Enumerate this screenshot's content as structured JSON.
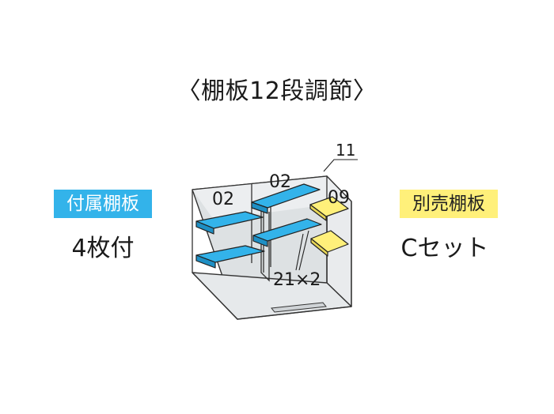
{
  "title": "〈棚板12段調節〉",
  "left": {
    "badge": "付属棚板",
    "text": "4枚付",
    "color": "#33b3ea"
  },
  "right": {
    "badge": "別売棚板",
    "text": "Cセット",
    "color": "#fff07a"
  },
  "diagram": {
    "labels": {
      "shelf_left": "02",
      "shelf_mid": "02",
      "side_top": "11",
      "side_shelf": "09",
      "center": "21×2"
    }
  }
}
